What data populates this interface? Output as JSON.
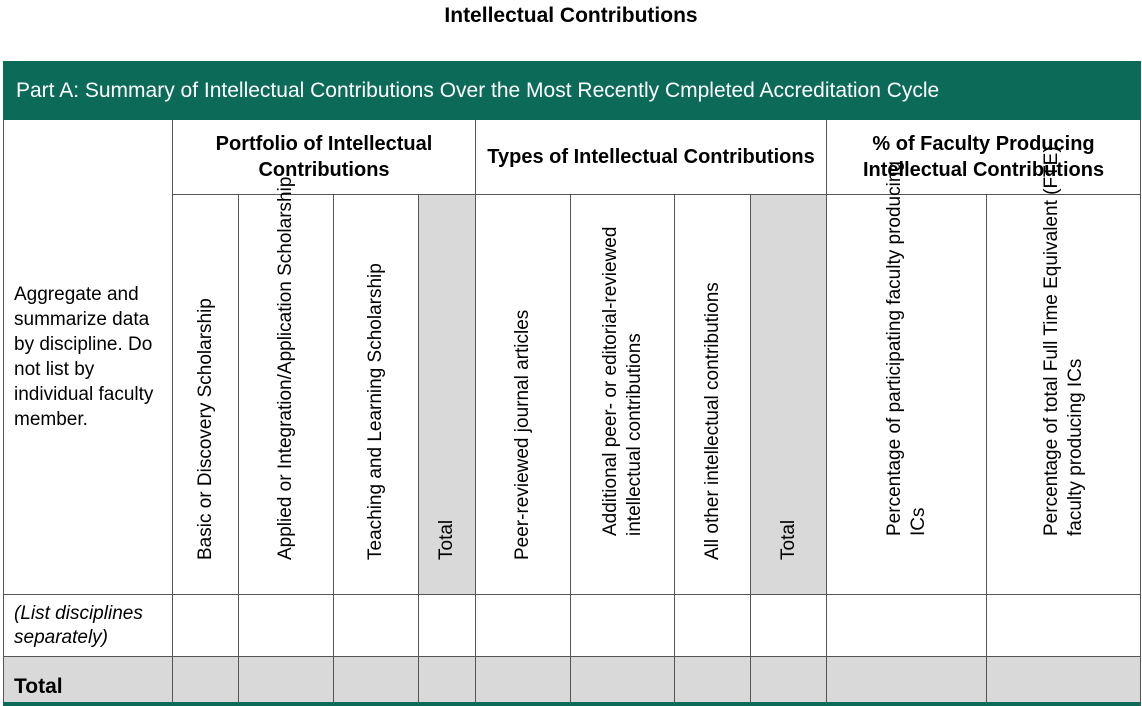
{
  "title": "Intellectual Contributions",
  "banner": "Part A:  Summary of Intellectual Contributions Over the Most Recently Cmpleted Accreditation Cycle",
  "row_label": "Aggregate and summarize data by discipline. Do not list by individual faculty member.",
  "groups": [
    {
      "heading": "Portfolio of Intellectual Contributions",
      "columns": [
        "Basic or Discovery Scholarship",
        "Applied  or Integration/Application Scholarship",
        "Teaching and Learning Scholarship",
        "Total"
      ]
    },
    {
      "heading": "Types of Intellectual Contributions",
      "columns": [
        "Peer-reviewed journal articles",
        "Additional peer- or editorial-reviewed intellectual contributions",
        "All other intellectual contributions",
        "Total"
      ]
    },
    {
      "heading": "% of Faculty Producing Intellectual Contributions",
      "columns": [
        "Percentage of participating faculty producing ICs",
        "Percentage of total Full Time Equivalent (FTE) faculty producing ICs"
      ]
    }
  ],
  "list_row_label": "(List disciplines separately)",
  "total_row_label": "Total",
  "colors": {
    "banner": "#0b6b58",
    "shaded": "#d9d9d9"
  }
}
